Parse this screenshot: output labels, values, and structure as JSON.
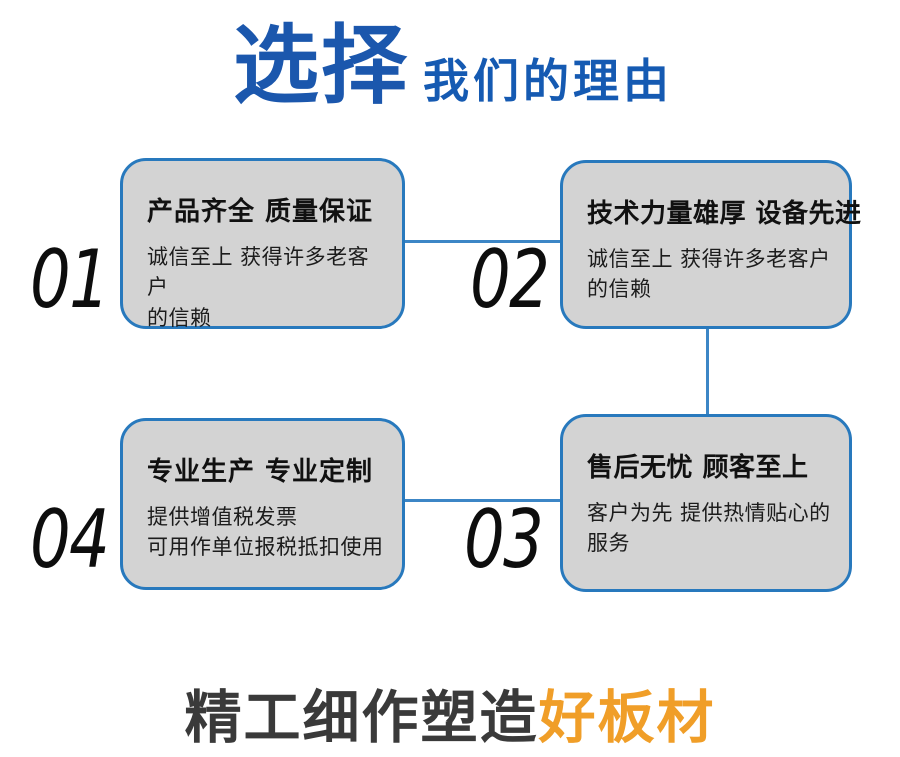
{
  "header": {
    "title_main": "选择",
    "title_sub": "我们的理由"
  },
  "cards": [
    {
      "num": "01",
      "title": "产品齐全 质量保证",
      "desc": "诚信至上 获得许多老客户\n的信赖"
    },
    {
      "num": "02",
      "title": "技术力量雄厚 设备先进",
      "desc": "诚信至上 获得许多老客户\n的信赖"
    },
    {
      "num": "03",
      "title": "售后无忧 顾客至上",
      "desc": "客户为先 提供热情贴心的\n服务"
    },
    {
      "num": "04",
      "title": "专业生产 专业定制",
      "desc": "提供增值税发票\n可用作单位报税抵扣使用"
    }
  ],
  "footer": {
    "text_dark": "精工细作塑造",
    "text_accent": "好板材"
  },
  "colors": {
    "title_blue": "#1b57ad",
    "sub_blue": "#155ab2",
    "card_border": "#2879bd",
    "card_background": "#d3d3d3",
    "connector": "#3c86c6",
    "number_ink": "#0d0d0d",
    "footer_dark": "#3a3a3a",
    "footer_accent": "#f09e28"
  }
}
